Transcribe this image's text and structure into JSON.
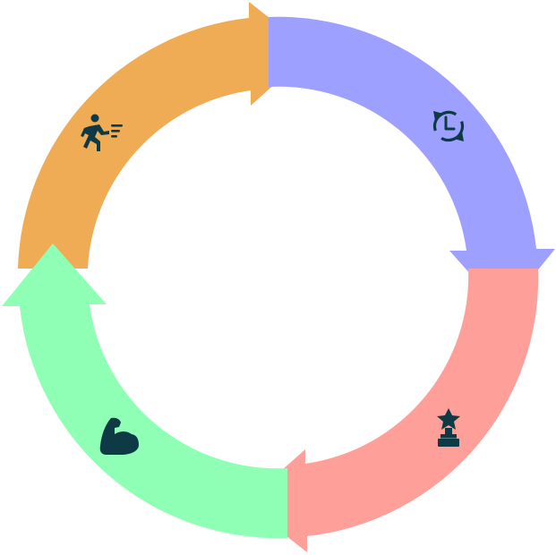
{
  "diagram": {
    "type": "four-step-cycle",
    "steps": [
      {
        "id": "speed",
        "icon": "running-person-icon",
        "color": "#efac55"
      },
      {
        "id": "routine",
        "icon": "clock-refresh-icon",
        "color": "#9ea0ff"
      },
      {
        "id": "reward",
        "icon": "star-trophy-icon",
        "color": "#ff9f9a"
      },
      {
        "id": "strength",
        "icon": "flexed-bicep-icon",
        "color": "#8effb4"
      }
    ],
    "icon_color": "#0e3a46",
    "background": "#ffffff"
  }
}
